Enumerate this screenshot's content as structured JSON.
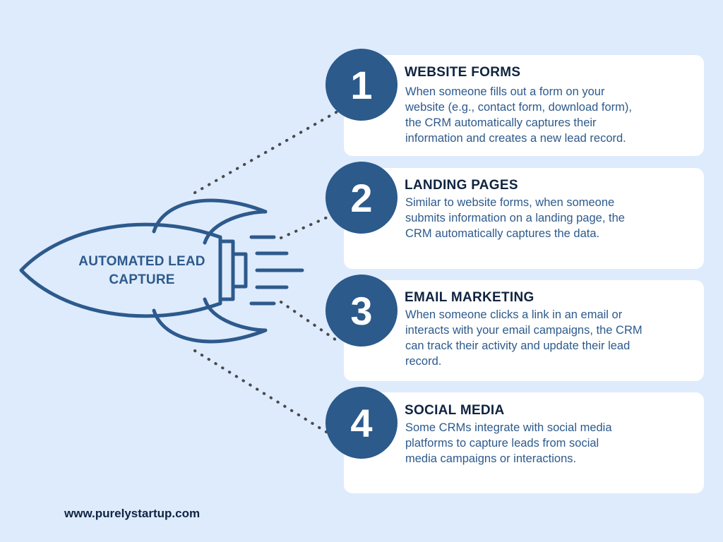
{
  "colors": {
    "background": "#deebfd",
    "primary": "#2b5a8b",
    "title_text": "#0f2440",
    "body_text": "#2d5a8c",
    "card": "#ffffff"
  },
  "rocket": {
    "label": "AUTOMATED LEAD\nCAPTURE"
  },
  "steps": [
    {
      "number": "1",
      "title": "WEBSITE FORMS",
      "description": "When someone fills out a form on your\nwebsite (e.g., contact form, download form),\nthe CRM automatically captures their\ninformation and creates a new lead record."
    },
    {
      "number": "2",
      "title": "LANDING PAGES",
      "description": "Similar to website forms, when someone\nsubmits information on a landing page, the\nCRM automatically captures the data."
    },
    {
      "number": "3",
      "title": "EMAIL MARKETING",
      "description": "When someone clicks a link in an email or\ninteracts with your email campaigns, the CRM\ncan track their activity and update their lead\nrecord."
    },
    {
      "number": "4",
      "title": "SOCIAL MEDIA",
      "description": "Some CRMs integrate with social media\nplatforms to capture leads from social\nmedia campaigns or interactions."
    }
  ],
  "footer": {
    "website": "www.purelystartup.com"
  }
}
